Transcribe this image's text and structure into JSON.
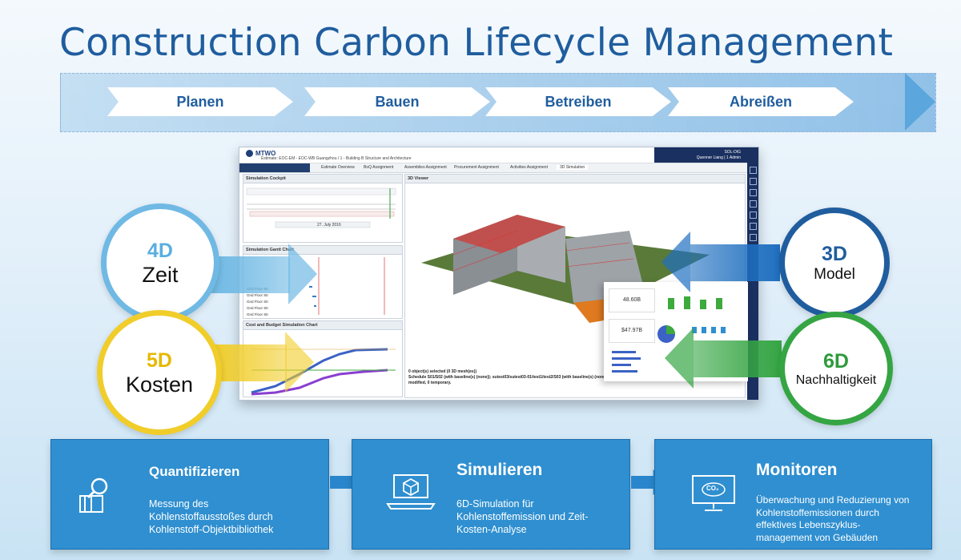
{
  "title": "Construction Carbon Lifecycle Management",
  "phases": [
    "Planen",
    "Bauen",
    "Betreiben",
    "Abreißen"
  ],
  "dimensions": {
    "d4": {
      "code": "4D",
      "label": "Zeit"
    },
    "d5": {
      "code": "5D",
      "label": "Kosten"
    },
    "d3": {
      "code": "3D",
      "label": "Model"
    },
    "d6": {
      "code": "6D",
      "label": "Nachhaltigkeit"
    }
  },
  "colors": {
    "d4": "#6fb9e4",
    "d5": "#f1cd2a",
    "d3": "#1f5d9e",
    "d6": "#35a543"
  },
  "app": {
    "logo": "MTWO",
    "breadcrumb": "Estimate: EOC-EM - EOC-WB Guangzhou / 1 - Building B Structure and Architecture",
    "user_line1": "SOL-DIG",
    "user_line2": "Quenner Liang | 1 Admin",
    "tabs": [
      "Estimate Overview",
      "BoQ Assignment",
      "Assemblies Assignment",
      "Procurement Assignment",
      "Activities Assignment",
      "3D Simulation"
    ],
    "panels": {
      "cockpit": "Simulation Cockpit",
      "gantt": "Simulation Gantt Chart",
      "cost": "Cost and Budget Simulation Chart",
      "viewer": "3D Viewer"
    },
    "cockpit_date": "27. July 2016",
    "gantt_rows": [
      "Gnd Floor Str",
      "Gnd Floor Str",
      "Gnd Floor Str",
      "Gnd Floor Str",
      "Gnd Floor Str"
    ],
    "status_line1": "0 object(s) selected (0 3D mesh(es))",
    "status_line2": "Schedule S01/S02 (with baseline(s) (none)); sutest03/sutest03-01/test1/test2/S03 (with baseline(s) (none)) :",
    "status_line3": "modified, 0 temporary.",
    "kpi1": "48.60B",
    "kpi2": "$47.97B"
  },
  "boxes": [
    {
      "title": "Quantifizieren",
      "desc": [
        "Messung des",
        "Kohlenstoffausstoßes durch",
        "Kohlenstoff-Objektbibliothek"
      ],
      "icon": "scale-book-icon"
    },
    {
      "title": "Simulieren",
      "desc": [
        "6D-Simulation für",
        "Kohlenstoffemission und Zeit-",
        "Kosten-Analyse"
      ],
      "icon": "laptop-cube-icon"
    },
    {
      "title": "Monitoren",
      "desc": [
        "Überwachung und Reduzierung von",
        "Kohlenstoffemissionen durch",
        "effektives Lebenszyklus-",
        "management von Gebäuden"
      ],
      "icon": "monitor-co2-icon",
      "icon_text": "CO₂"
    }
  ]
}
